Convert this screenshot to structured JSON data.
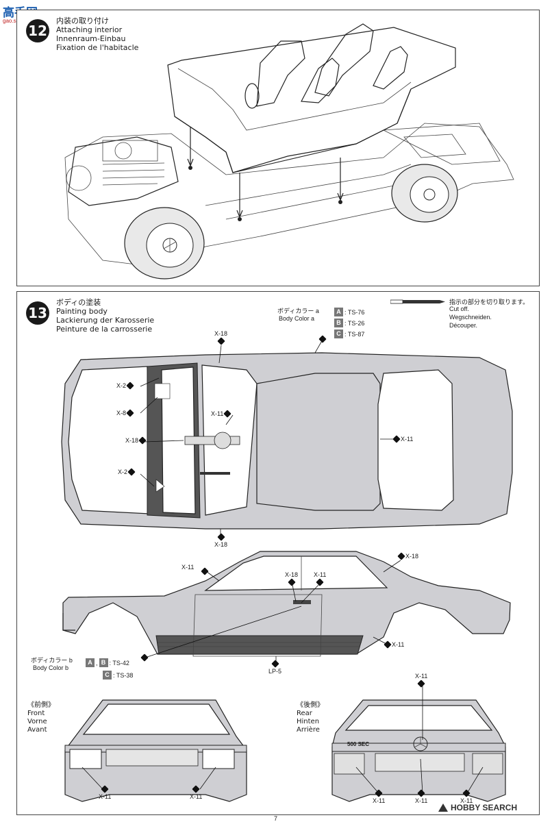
{
  "watermark_top": {
    "logo_text": "高手网",
    "url": "gao.shou.com"
  },
  "step12": {
    "number": "12",
    "title_jp": "内装の取り付け",
    "title_en": "Attaching interior",
    "title_de": "Innenraum-Einbau",
    "title_fr": "Fixation de l'habitacle"
  },
  "step13": {
    "number": "13",
    "title_jp": "ボディの塗装",
    "title_en": "Painting body",
    "title_de": "Lackierung der Karosserie",
    "title_fr": "Peinture de la carrosserie",
    "body_color_a": {
      "label_jp": "ボディカラー a",
      "label_en": "Body Color a",
      "items": [
        {
          "letter": "A",
          "code": ": TS-76"
        },
        {
          "letter": "B",
          "code": ": TS-26"
        },
        {
          "letter": "C",
          "code": ": TS-87"
        }
      ]
    },
    "body_color_b": {
      "label_jp": "ボディカラー b",
      "label_en": "Body Color b",
      "row1_letters": [
        "A",
        "B"
      ],
      "row1_sep": ",",
      "row1_code": ": TS-42",
      "row2_letter": "C",
      "row2_code": ": TS-38"
    },
    "cut_note": {
      "jp": "指示の部分を切り取ります。",
      "en": "Cut off.",
      "de": "Wegschneiden.",
      "fr": "Découper."
    },
    "top_view_callouts": [
      "X-18",
      "X-2",
      "X-8",
      "X-18",
      "X-2",
      "X-11",
      "X-11",
      "X-18"
    ],
    "side_view_callouts": [
      "X-11",
      "X-18",
      "X-11",
      "X-18",
      "X-11",
      "LP-5"
    ],
    "front": {
      "jp": "《前側》",
      "en": "Front",
      "de": "Vorne",
      "fr": "Avant",
      "callouts": [
        "X-11",
        "X-11"
      ]
    },
    "rear": {
      "jp": "《後側》",
      "en": "Rear",
      "de": "Hinten",
      "fr": "Arrière",
      "badge": "500 SEC",
      "callouts": [
        "X-11",
        "X-11",
        "X-11",
        "X-11"
      ]
    }
  },
  "footer": {
    "page_number": "7",
    "watermark": "HOBBY SEARCH"
  }
}
